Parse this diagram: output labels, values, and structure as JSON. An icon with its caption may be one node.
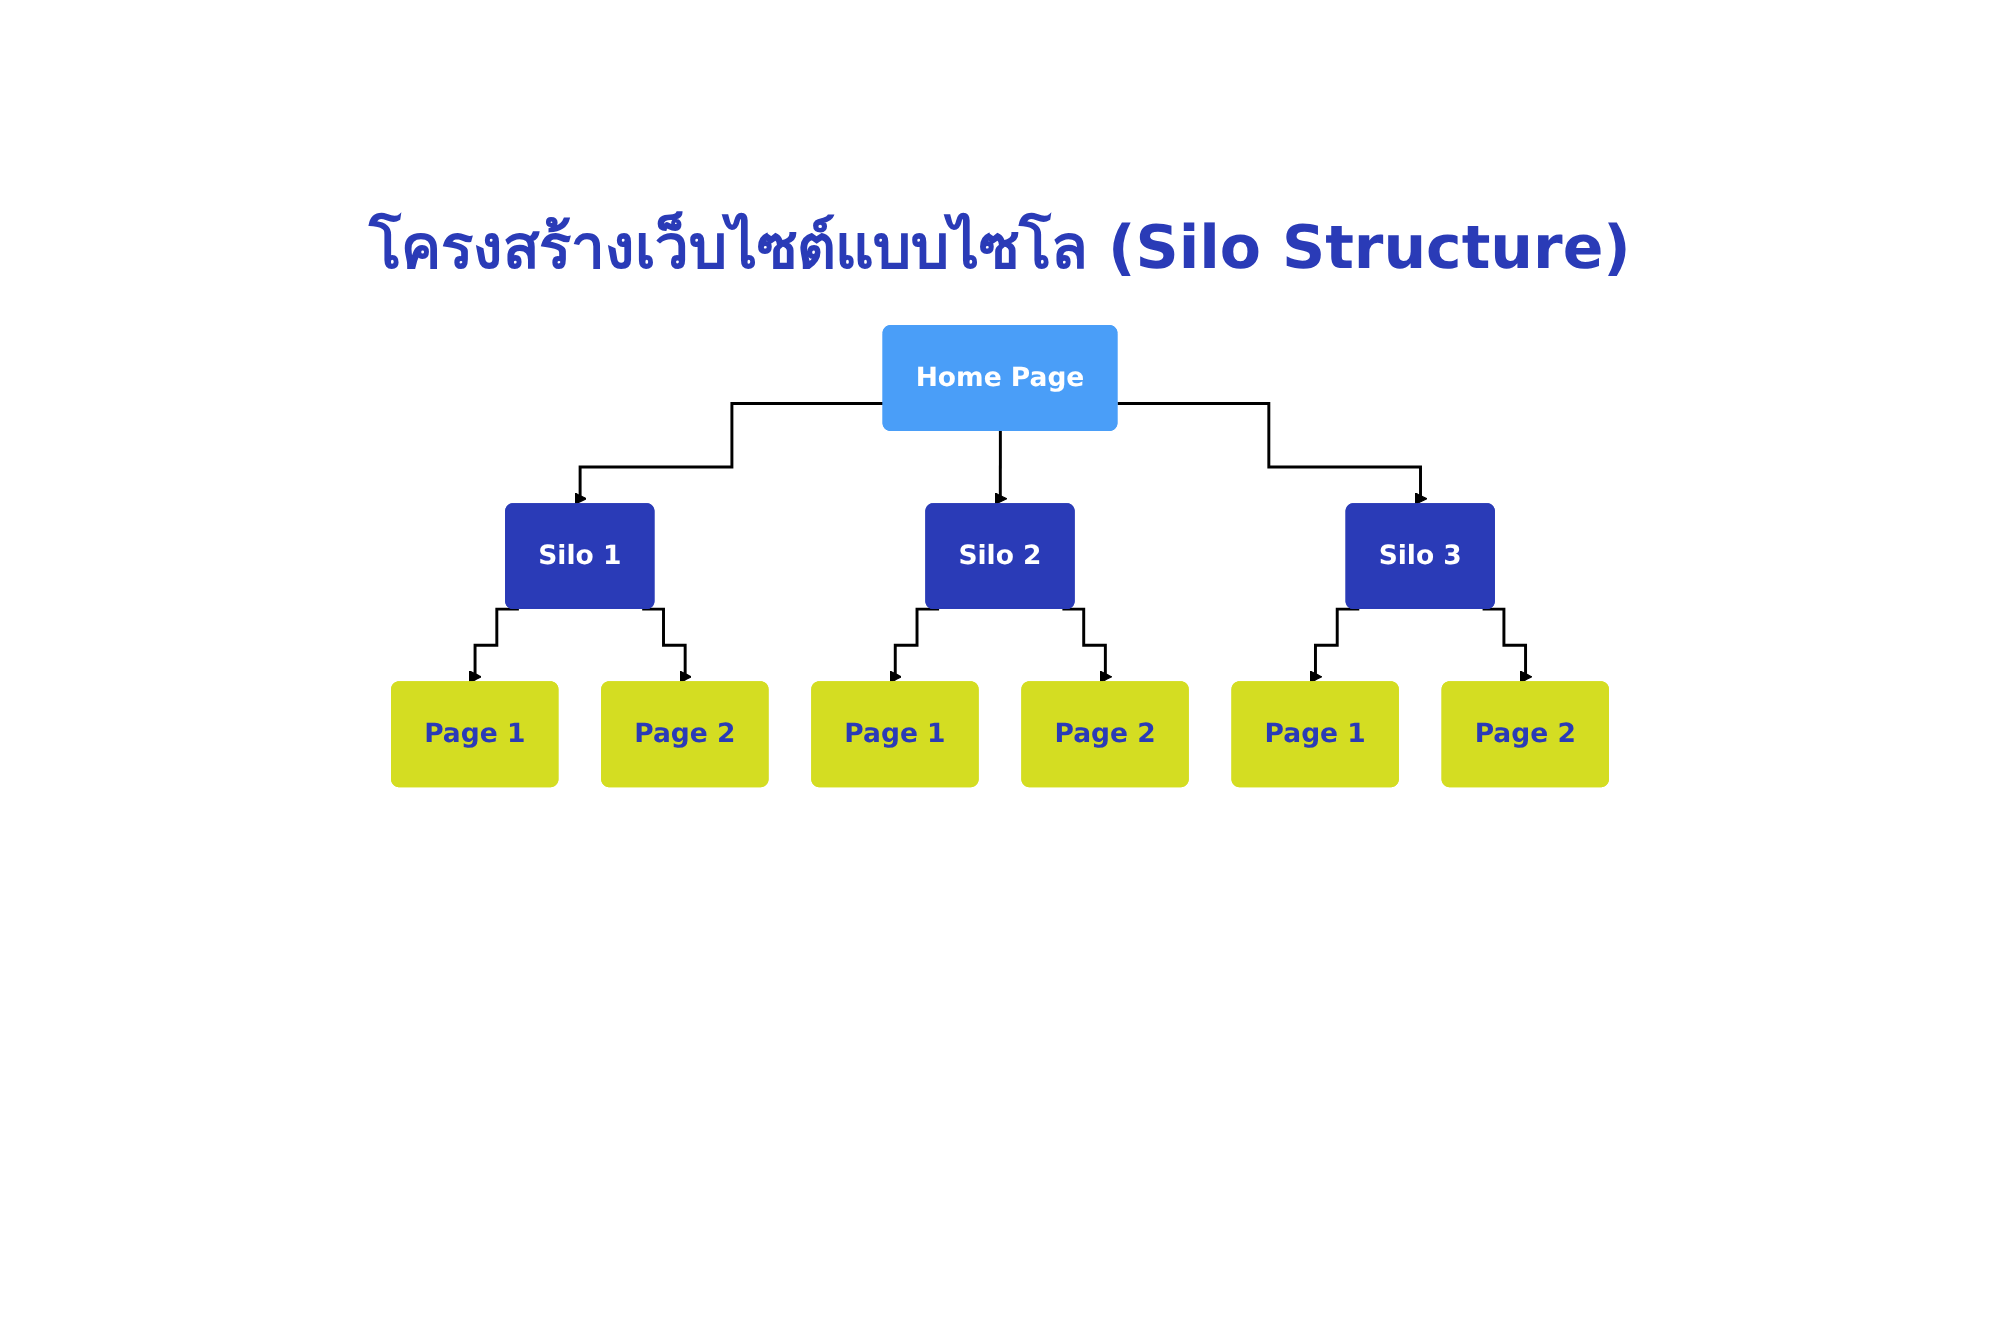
{
  "diagram": {
    "title": "โครงสร้างเว็บไซต์แบบไซโล (Silo Structure)",
    "nodes": [
      {
        "text": [
          "Home Page"
        ]
      },
      {
        "text": [
          "Silo 1"
        ]
      },
      {
        "text": [
          "Silo 2"
        ]
      },
      {
        "text": [
          "Silo 3"
        ]
      },
      {
        "text": [
          "Page 1"
        ]
      },
      {
        "text": [
          "Page 2"
        ]
      },
      {
        "text": [
          "Page 1"
        ]
      },
      {
        "text": [
          "Page 2"
        ]
      },
      {
        "text": [
          "Page 1"
        ]
      },
      {
        "text": [
          "Page 2"
        ]
      }
    ],
    "edges": [
      {
        "from": 0,
        "to": 1,
        "arrow": "to"
      },
      {
        "from": 0,
        "to": 2,
        "arrow": "to"
      },
      {
        "from": 0,
        "to": 3,
        "arrow": "to"
      },
      {
        "from": 1,
        "to": 4,
        "arrow": "to"
      },
      {
        "from": 1,
        "to": 5,
        "arrow": "to"
      },
      {
        "from": 2,
        "to": 6,
        "arrow": "to"
      },
      {
        "from": 2,
        "to": 7,
        "arrow": "to"
      },
      {
        "from": 3,
        "to": 8,
        "arrow": "to"
      },
      {
        "from": 3,
        "to": 9,
        "arrow": "to"
      }
    ]
  }
}
